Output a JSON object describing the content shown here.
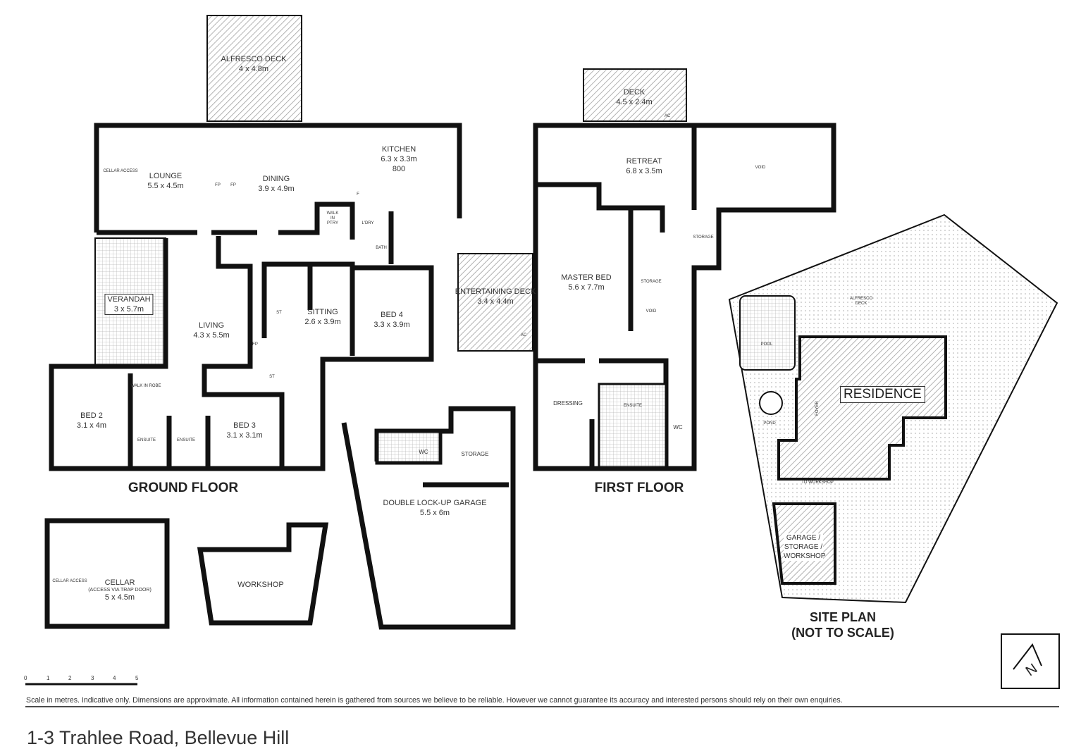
{
  "ground_floor": {
    "heading": "GROUND FLOOR",
    "rooms": [
      {
        "name": "ALFRESCO DECK",
        "size": "4 x 4.8m"
      },
      {
        "name": "LOUNGE",
        "size": "5.5 x 4.5m"
      },
      {
        "name": "DINING",
        "size": "3.9 x 4.9m"
      },
      {
        "name": "KITCHEN",
        "size": "6.3 x 3.3m"
      },
      {
        "name": "VERANDAH",
        "size": "3 x 5.7m"
      },
      {
        "name": "LIVING",
        "size": "4.3 x 5.5m"
      },
      {
        "name": "SITTING",
        "size": "2.6 x 3.9m"
      },
      {
        "name": "BED 4",
        "size": "3.3 x 3.9m"
      },
      {
        "name": "BED 2",
        "size": "3.1 x 4m"
      },
      {
        "name": "BED 3",
        "size": "3.1 x 3.1m"
      }
    ],
    "minor_labels": [
      "CELLAR ACCESS",
      "FP",
      "FP",
      "WALK IN PTRY",
      "L'DRY",
      "BATH",
      "F",
      "ST",
      "ST",
      "FP",
      "WALK IN ROBE",
      "ENSUITE",
      "ENSUITE",
      "800"
    ]
  },
  "cellar": {
    "name": "CELLAR",
    "note": "(ACCESS VIA TRAP DOOR)",
    "size": "5 x 4.5m",
    "access": "CELLAR ACCESS"
  },
  "workshop": {
    "name": "WORKSHOP"
  },
  "garage": {
    "name": "DOUBLE LOCK-UP GARAGE",
    "size": "5.5 x 6m",
    "storage": "STORAGE",
    "wc": "WC"
  },
  "first_floor": {
    "heading": "FIRST FLOOR",
    "rooms": [
      {
        "name": "DECK",
        "size": "4.5 x 2.4m"
      },
      {
        "name": "RETREAT",
        "size": "6.8 x 3.5m"
      },
      {
        "name": "ENTERTAINING DECK",
        "size": "3.4 x 4.4m"
      },
      {
        "name": "MASTER BED",
        "size": "5.6 x 7.7m"
      }
    ],
    "minor_labels": [
      "VOID",
      "STORAGE",
      "STORAGE",
      "VOID",
      "DRESSING",
      "ENSUITE",
      "WC",
      "AC",
      "AC"
    ]
  },
  "site_plan": {
    "heading": "SITE PLAN",
    "subheading": "(NOT TO SCALE)",
    "labels": {
      "residence": "RESIDENCE",
      "pool": "POOL",
      "pond": "POND",
      "alfresco": "ALFRESCO DECK",
      "entry": "FOYER",
      "to_workshop": "TO WORKSHOP",
      "garage": "GARAGE / STORAGE / WORKSHOP"
    }
  },
  "scale": {
    "ticks": [
      "0",
      "1",
      "2",
      "3",
      "4",
      "5"
    ],
    "unit": "metres"
  },
  "disclaimer": "Scale in metres. Indicative only. Dimensions are approximate. All information contained herein is gathered from sources we believe to be reliable. However we cannot guarantee its accuracy and interested persons should rely on their own enquiries.",
  "address": "1-3 Trahlee Road, Bellevue Hill",
  "compass": {
    "label": "N",
    "icon": "north-arrow-icon"
  },
  "colors": {
    "wall": "#111111",
    "hatch": "#999999",
    "text": "#333333"
  }
}
